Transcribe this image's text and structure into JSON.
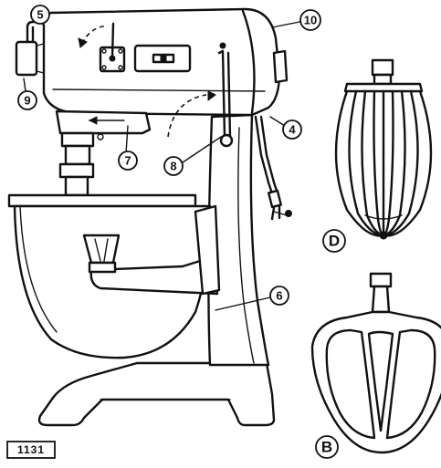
{
  "callouts": {
    "c4": "4",
    "c5": "5",
    "c6": "6",
    "c7": "7",
    "c8": "8",
    "c9": "9",
    "c10": "10"
  },
  "attachments": {
    "whip_label": "D",
    "beater_label": "B"
  },
  "figure_number": "1131"
}
